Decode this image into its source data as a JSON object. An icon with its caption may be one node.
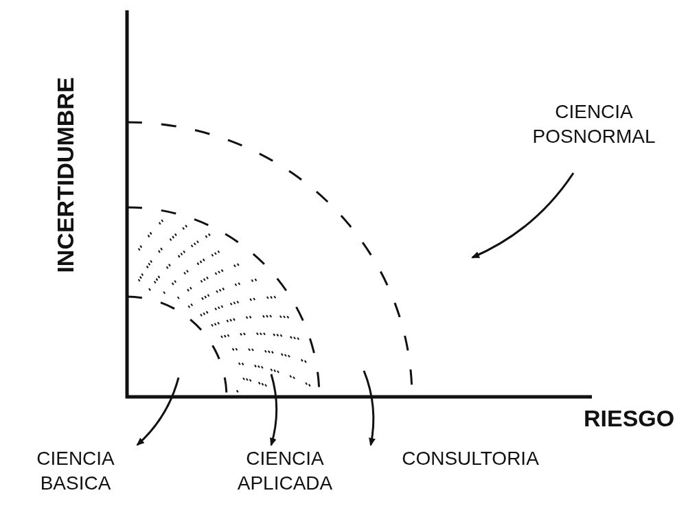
{
  "diagram": {
    "nodes": [
      {
        "text": [
          "CIENCIA POSNORMAL"
        ]
      },
      {
        "text": [
          "CIENCIA BASICA"
        ]
      },
      {
        "text": [
          "CIENCIA APLICADA"
        ]
      },
      {
        "text": [
          "CONSULTORIA"
        ]
      }
    ],
    "edges": [
      {
        "from": 0,
        "to": null,
        "arrow": "to"
      },
      {
        "from": null,
        "to": 1,
        "arrow": "to"
      },
      {
        "from": null,
        "to": 2,
        "arrow": "to"
      },
      {
        "from": null,
        "to": 3,
        "arrow": "to"
      }
    ],
    "labels": [
      "INCERTIDUMBRE",
      "RIESGO"
    ]
  }
}
